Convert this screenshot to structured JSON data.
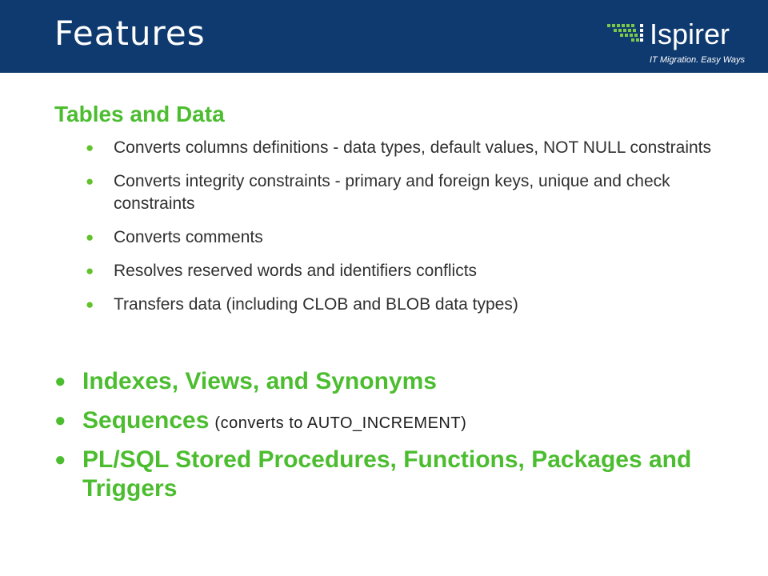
{
  "header": {
    "title": "Features",
    "logo": {
      "name": "Ispirer",
      "tagline": "IT Migration. Easy Ways",
      "icon": "dot-grid-logo-icon"
    }
  },
  "content": {
    "section_title": "Tables and Data",
    "sub_items": [
      "Converts columns definitions - data types, default values, NOT NULL constraints",
      "Converts integrity constraints - primary and foreign keys, unique and check constraints",
      "Converts comments",
      "Resolves reserved words and identifiers conflicts",
      "Transfers data (including CLOB and BLOB data types)"
    ],
    "main_items": [
      {
        "text": "Indexes, Views, and Synonyms",
        "note": ""
      },
      {
        "text": "Sequences",
        "note": "(converts to AUTO_INCREMENT)"
      },
      {
        "text": "PL/SQL Stored Procedures, Functions, Packages and Triggers",
        "note": ""
      }
    ],
    "bullet_symbol": "●"
  },
  "colors": {
    "header_background": "#0f3a6f",
    "accent_green": "#4bbd2f",
    "body_text": "#303030",
    "white": "#ffffff"
  }
}
